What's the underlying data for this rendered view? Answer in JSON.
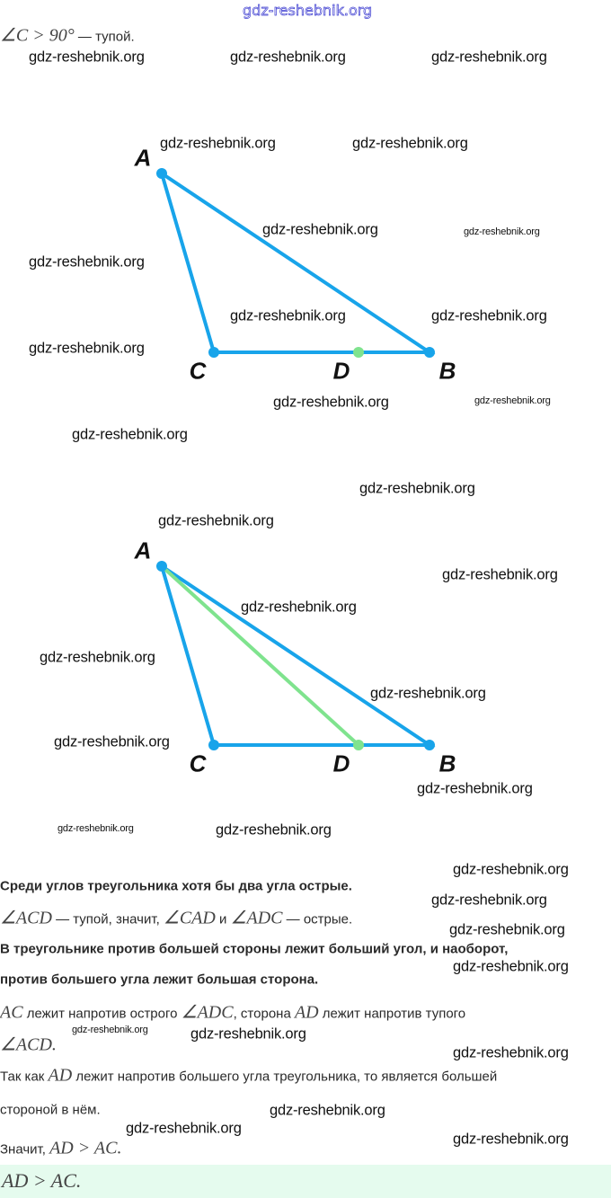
{
  "header_watermark": "gdz-reshebnik.org",
  "intro": {
    "math": "∠C > 90°",
    "text": " — тупой."
  },
  "diagram1": {
    "labels": {
      "A": "A",
      "B": "B",
      "C": "C",
      "D": "D"
    }
  },
  "diagram2": {
    "labels": {
      "A": "A",
      "B": "B",
      "C": "C",
      "D": "D"
    }
  },
  "colors": {
    "triangle": "#18a4ea",
    "median": "#7fe38e",
    "answer_bg": "#e5fbee"
  },
  "lines": {
    "l1": "Среди углов треугольника хотя бы два угла острые.",
    "l2": {
      "m1": "∠ACD",
      "t1": " — тупой, значит, ",
      "m2": "∠CAD",
      "t2": " и ",
      "m3": "∠ADC",
      "t3": " — острые."
    },
    "l3": "В треугольнике против большей стороны лежит больший угол, и наоборот,",
    "l4": "против большего угла лежит большая сторона.",
    "l5": {
      "m1": "AC",
      "t1": " лежит напротив острого ",
      "m2": "∠ADC",
      "t2": ", сторона ",
      "m3": "AD",
      "t3": " лежит напротив тупого"
    },
    "l6": "∠ACD.",
    "l7": {
      "t1": "Так как ",
      "m1": "AD",
      "t2": " лежит напротив большего угла треугольника, то является большей"
    },
    "l8": "стороной в нём.",
    "l9": {
      "t1": "Значит, ",
      "m1": "AD > AC."
    }
  },
  "answer": "AD > AC.",
  "watermark": "gdz-reshebnik.org"
}
